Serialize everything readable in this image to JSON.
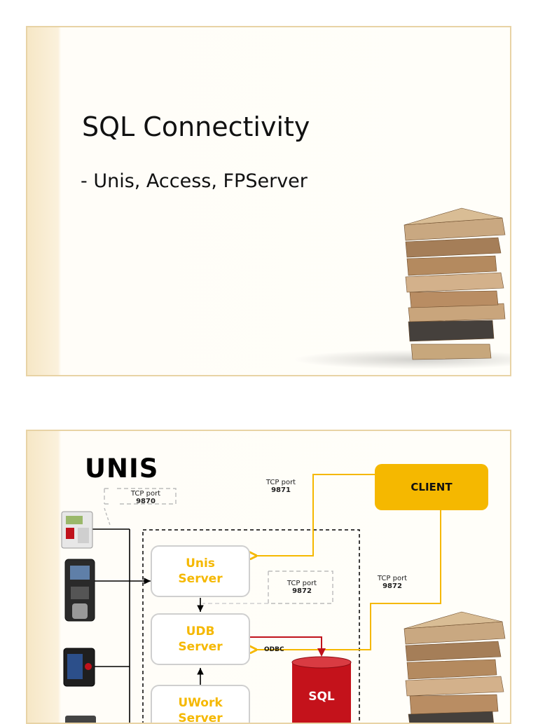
{
  "slide1": {
    "title": "SQL Connectivity",
    "subtitle": "- Unis, Access, FPServer"
  },
  "slide2": {
    "title": "UNIS",
    "port_9870": {
      "label": "TCP port",
      "number": "9870"
    },
    "port_9871": {
      "label": "TCP port",
      "number": "9871"
    },
    "port_9872_inner": {
      "label": "TCP port",
      "number": "9872"
    },
    "port_9872_outer": {
      "label": "TCP port",
      "number": "9872"
    },
    "client_label": "CLIENT",
    "unis_server": {
      "line1": "Unis",
      "line2": "Server"
    },
    "udb_server": {
      "line1": "UDB",
      "line2": "Server"
    },
    "uwork_server": {
      "line1": "UWork",
      "line2": "Server"
    },
    "odbc_label": "ODBC",
    "sql_label": "SQL"
  },
  "colors": {
    "accent": "#f5b800",
    "odbc_line": "#c0121b",
    "sql_cylinder": "#c4121b",
    "slide_border": "#e8d3a5"
  }
}
